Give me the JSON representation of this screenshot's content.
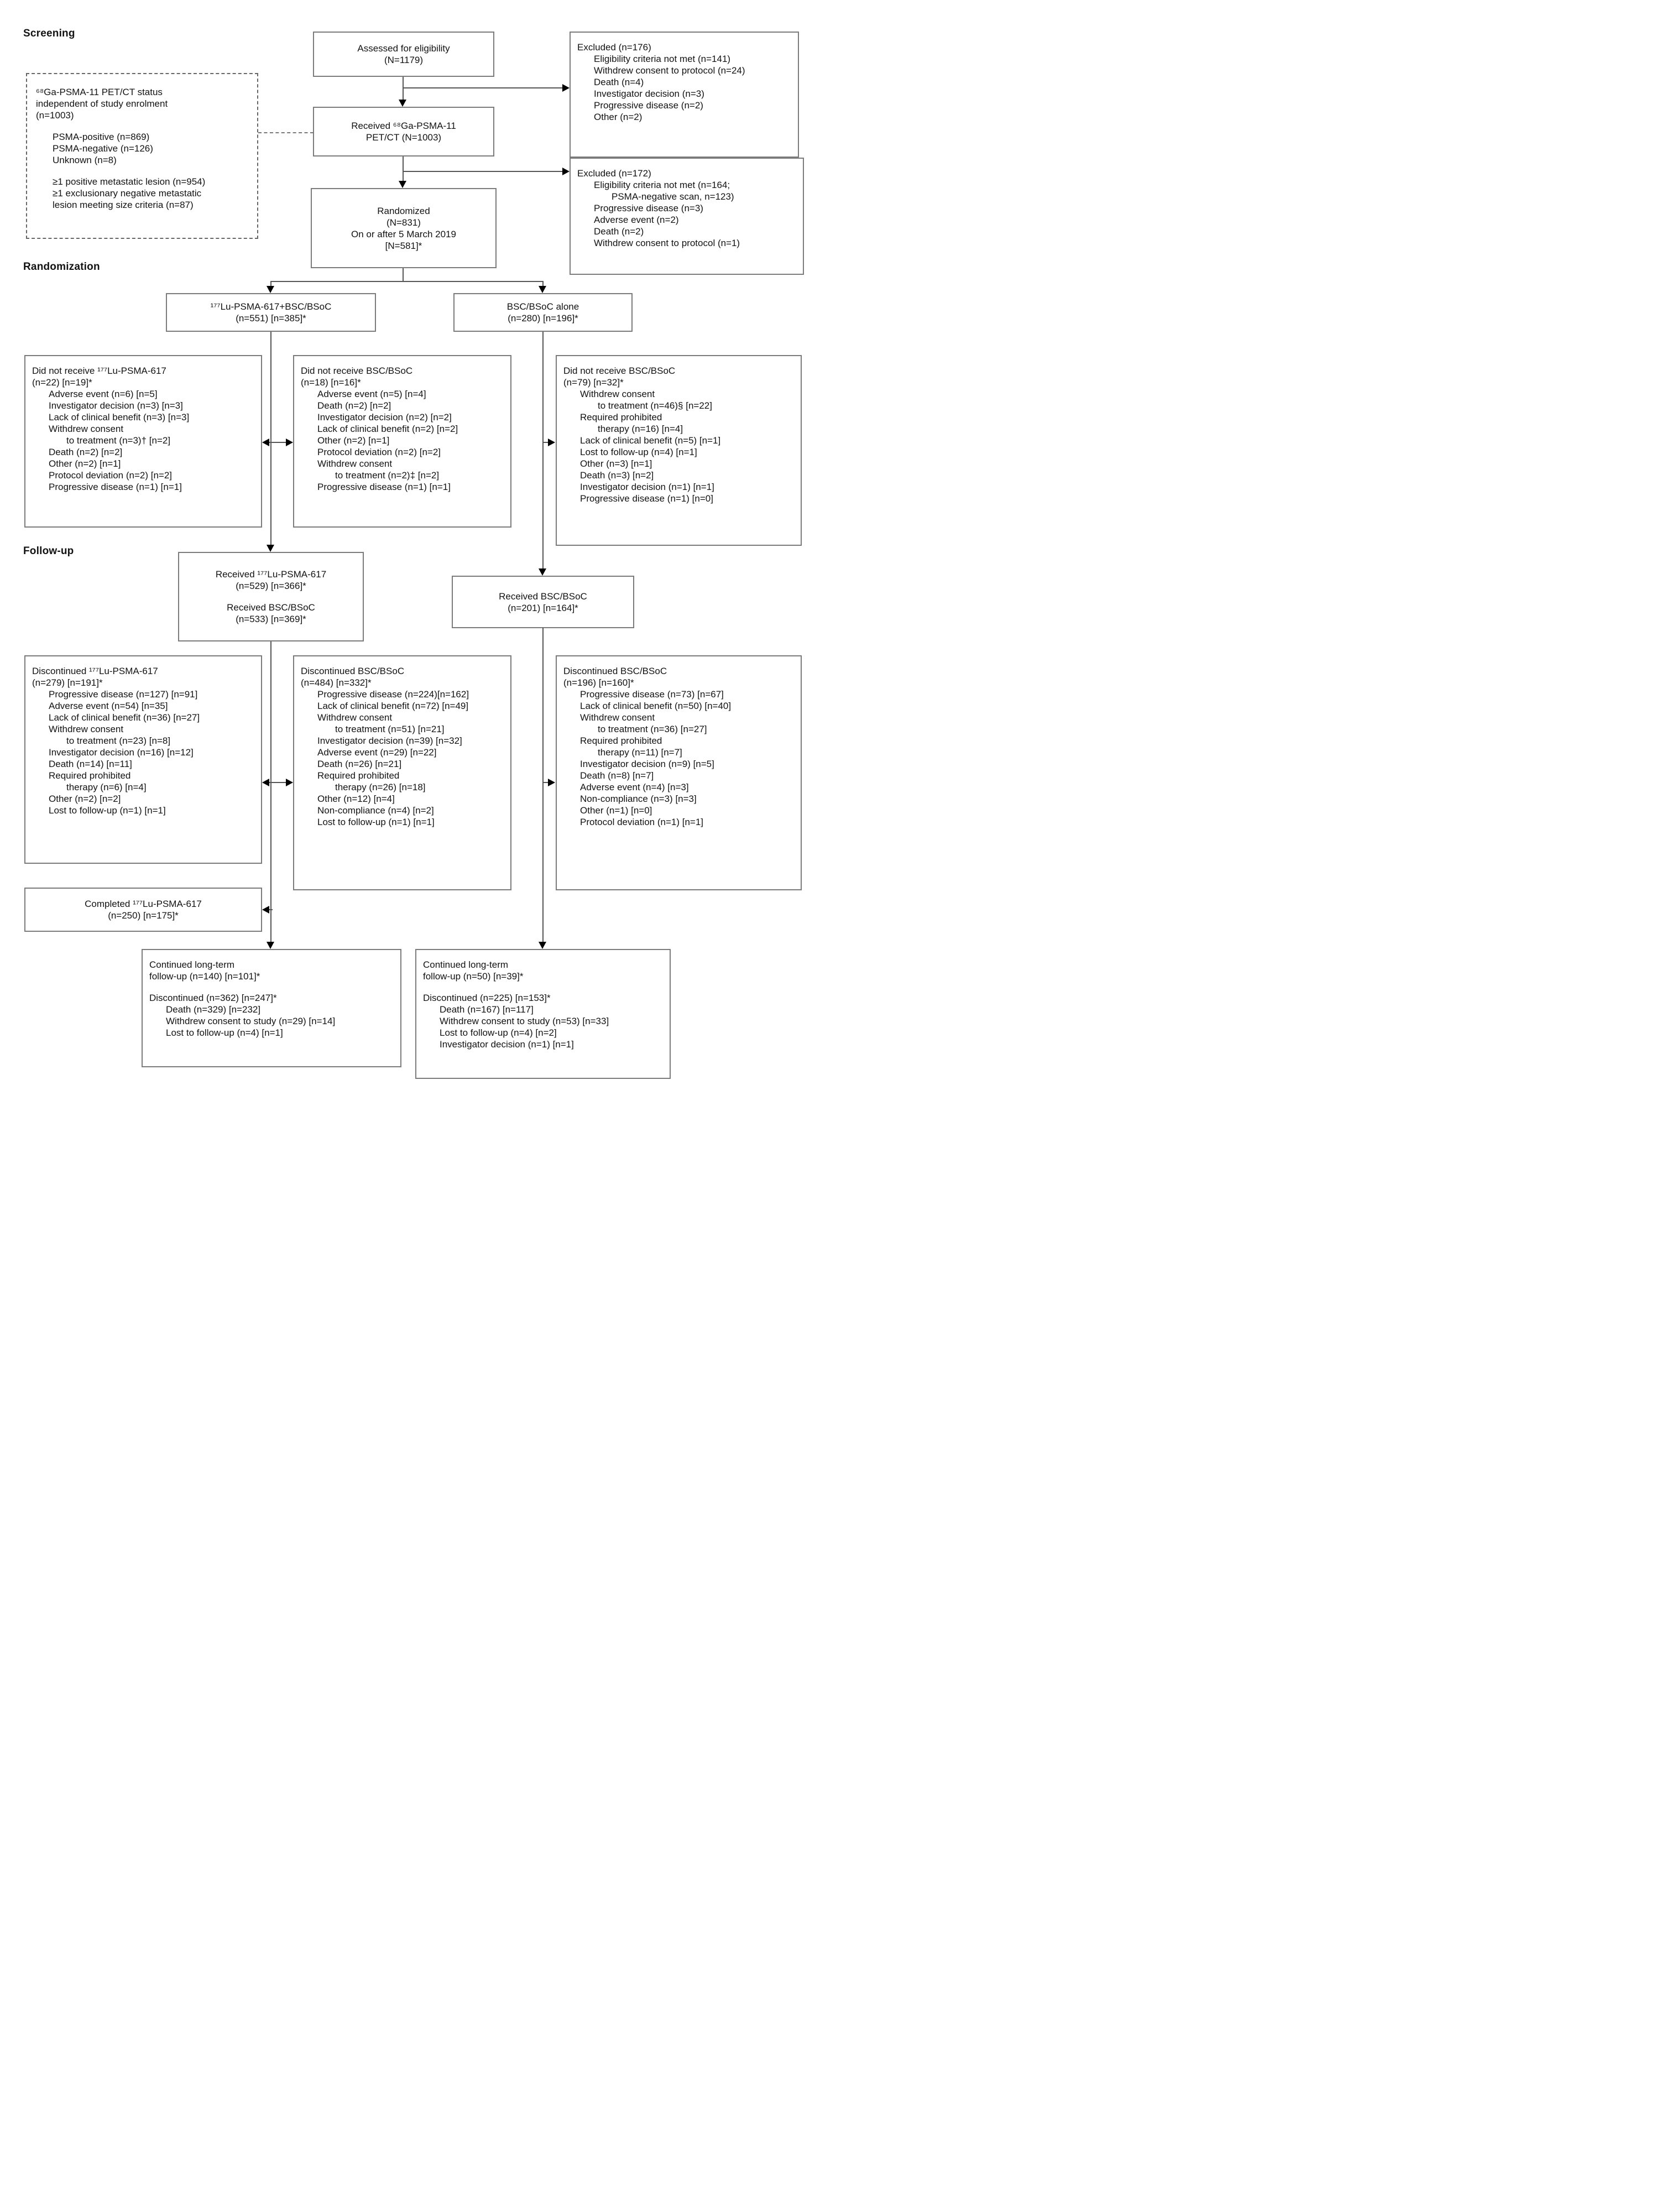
{
  "headings": {
    "screening": "Screening",
    "randomization": "Randomization",
    "followup": "Follow-up"
  },
  "boxes": {
    "screening_note": {
      "lines": [
        {
          "t": "⁶⁸Ga-PSMA-11 PET/CT status",
          "l": 0
        },
        {
          "t": "independent of study enrolment",
          "l": 0
        },
        {
          "t": "(n=1003)",
          "l": 0
        },
        {
          "sp": true
        },
        {
          "t": "PSMA-positive (n=869)",
          "l": 1
        },
        {
          "t": "PSMA-negative (n=126)",
          "l": 1
        },
        {
          "t": "Unknown (n=8)",
          "l": 1
        },
        {
          "sp": true
        },
        {
          "t": "≥1 positive metastatic lesion (n=954)",
          "l": 1
        },
        {
          "t": "≥1 exclusionary negative metastatic",
          "l": 1
        },
        {
          "t": "lesion meeting size criteria (n=87)",
          "l": 1
        }
      ]
    },
    "assessed": {
      "lines": [
        {
          "t": "Assessed for eligibility",
          "l": 0
        },
        {
          "t": "(N=1179)",
          "l": 0
        }
      ]
    },
    "excluded_176": {
      "lines": [
        {
          "t": "Excluded (n=176)",
          "l": 0
        },
        {
          "t": "Eligibility criteria not met (n=141)",
          "l": 1
        },
        {
          "t": "Withdrew consent to protocol (n=24)",
          "l": 1
        },
        {
          "t": "Death (n=4)",
          "l": 1
        },
        {
          "t": "Investigator decision (n=3)",
          "l": 1
        },
        {
          "t": "Progressive disease (n=2)",
          "l": 1
        },
        {
          "t": "Other (n=2)",
          "l": 1
        }
      ]
    },
    "received_petct": {
      "lines": [
        {
          "t": "Received ⁶⁸Ga-PSMA-11",
          "l": 0
        },
        {
          "t": "PET/CT (N=1003)",
          "l": 0
        }
      ]
    },
    "excluded_172": {
      "lines": [
        {
          "t": "Excluded (n=172)",
          "l": 0
        },
        {
          "t": "Eligibility criteria not met (n=164;",
          "l": 1
        },
        {
          "t": "PSMA-negative scan, n=123)",
          "l": 2
        },
        {
          "t": "Progressive disease (n=3)",
          "l": 1
        },
        {
          "t": "Adverse event (n=2)",
          "l": 1
        },
        {
          "t": "Death (n=2)",
          "l": 1
        },
        {
          "t": "Withdrew consent to protocol (n=1)",
          "l": 1
        }
      ]
    },
    "randomized": {
      "lines": [
        {
          "t": "Randomized",
          "l": 0
        },
        {
          "t": "(N=831)",
          "l": 0
        },
        {
          "t": "On or after 5 March 2019",
          "l": 0
        },
        {
          "t": "[N=581]*",
          "l": 0
        }
      ]
    },
    "arm_lu": {
      "lines": [
        {
          "t": "¹⁷⁷Lu-PSMA-617+BSC/BSoC",
          "l": 0
        },
        {
          "t": "(n=551) [n=385]*",
          "l": 0
        }
      ]
    },
    "arm_bsc": {
      "lines": [
        {
          "t": "BSC/BSoC alone",
          "l": 0
        },
        {
          "t": "(n=280) [n=196]*",
          "l": 0
        }
      ]
    },
    "dnr_lu": {
      "lines": [
        {
          "t": "Did not receive ¹⁷⁷Lu-PSMA-617",
          "l": 0
        },
        {
          "t": "(n=22) [n=19]*",
          "l": 0
        },
        {
          "t": "Adverse event (n=6) [n=5]",
          "l": 1
        },
        {
          "t": "Investigator decision (n=3) [n=3]",
          "l": 1
        },
        {
          "t": "Lack of clinical benefit (n=3) [n=3]",
          "l": 1
        },
        {
          "t": "Withdrew consent",
          "l": 1
        },
        {
          "t": "to treatment (n=3)† [n=2]",
          "l": 2
        },
        {
          "t": "Death (n=2) [n=2]",
          "l": 1
        },
        {
          "t": "Other (n=2) [n=1]",
          "l": 1
        },
        {
          "t": "Protocol deviation (n=2) [n=2]",
          "l": 1
        },
        {
          "t": "Progressive disease (n=1) [n=1]",
          "l": 1
        }
      ]
    },
    "dnr_bsc_mid": {
      "lines": [
        {
          "t": "Did not receive BSC/BSoC",
          "l": 0
        },
        {
          "t": "(n=18) [n=16]*",
          "l": 0
        },
        {
          "t": "Adverse event (n=5) [n=4]",
          "l": 1
        },
        {
          "t": "Death (n=2) [n=2]",
          "l": 1
        },
        {
          "t": "Investigator decision (n=2) [n=2]",
          "l": 1
        },
        {
          "t": "Lack of clinical benefit (n=2) [n=2]",
          "l": 1
        },
        {
          "t": "Other (n=2) [n=1]",
          "l": 1
        },
        {
          "t": "Protocol deviation (n=2) [n=2]",
          "l": 1
        },
        {
          "t": "Withdrew consent",
          "l": 1
        },
        {
          "t": "to treatment (n=2)‡ [n=2]",
          "l": 2
        },
        {
          "t": "Progressive disease (n=1) [n=1]",
          "l": 1
        }
      ]
    },
    "dnr_bsc_right": {
      "lines": [
        {
          "t": "Did not receive BSC/BSoC",
          "l": 0
        },
        {
          "t": "(n=79) [n=32]*",
          "l": 0
        },
        {
          "t": "Withdrew consent",
          "l": 1
        },
        {
          "t": "to treatment (n=46)§ [n=22]",
          "l": 2
        },
        {
          "t": "Required prohibited",
          "l": 1
        },
        {
          "t": "therapy (n=16) [n=4]",
          "l": 2
        },
        {
          "t": "Lack of clinical benefit (n=5) [n=1]",
          "l": 1
        },
        {
          "t": "Lost to follow-up (n=4) [n=1]",
          "l": 1
        },
        {
          "t": "Other (n=3) [n=1]",
          "l": 1
        },
        {
          "t": "Death (n=3) [n=2]",
          "l": 1
        },
        {
          "t": "Investigator decision (n=1) [n=1]",
          "l": 1
        },
        {
          "t": "Progressive disease (n=1) [n=0]",
          "l": 1
        }
      ]
    },
    "received_lu": {
      "lines": [
        {
          "t": "Received ¹⁷⁷Lu-PSMA-617",
          "l": 0
        },
        {
          "t": "(n=529) [n=366]*",
          "l": 0
        },
        {
          "sp": true
        },
        {
          "t": "Received BSC/BSoC",
          "l": 0
        },
        {
          "t": "(n=533) [n=369]*",
          "l": 0
        }
      ]
    },
    "received_bsc": {
      "lines": [
        {
          "t": "Received BSC/BSoC",
          "l": 0
        },
        {
          "t": "(n=201) [n=164]*",
          "l": 0
        }
      ]
    },
    "disc_lu": {
      "lines": [
        {
          "t": "Discontinued ¹⁷⁷Lu-PSMA-617",
          "l": 0
        },
        {
          "t": "(n=279) [n=191]*",
          "l": 0
        },
        {
          "t": "Progressive disease (n=127) [n=91]",
          "l": 1
        },
        {
          "t": "Adverse event (n=54) [n=35]",
          "l": 1
        },
        {
          "t": "Lack of clinical benefit (n=36) [n=27]",
          "l": 1
        },
        {
          "t": "Withdrew consent",
          "l": 1
        },
        {
          "t": "to treatment (n=23) [n=8]",
          "l": 2
        },
        {
          "t": "Investigator decision (n=16) [n=12]",
          "l": 1
        },
        {
          "t": "Death (n=14) [n=11]",
          "l": 1
        },
        {
          "t": "Required prohibited",
          "l": 1
        },
        {
          "t": "therapy (n=6) [n=4]",
          "l": 2
        },
        {
          "t": "Other (n=2) [n=2]",
          "l": 1
        },
        {
          "t": "Lost to follow-up (n=1) [n=1]",
          "l": 1
        }
      ]
    },
    "disc_bsc_mid": {
      "lines": [
        {
          "t": "Discontinued BSC/BSoC",
          "l": 0
        },
        {
          "t": "(n=484) [n=332]*",
          "l": 0
        },
        {
          "t": "Progressive disease (n=224)[n=162]",
          "l": 1
        },
        {
          "t": "Lack of clinical benefit (n=72) [n=49]",
          "l": 1
        },
        {
          "t": "Withdrew consent",
          "l": 1
        },
        {
          "t": "to treatment (n=51) [n=21]",
          "l": 2
        },
        {
          "t": "Investigator decision (n=39) [n=32]",
          "l": 1
        },
        {
          "t": "Adverse event (n=29) [n=22]",
          "l": 1
        },
        {
          "t": "Death (n=26) [n=21]",
          "l": 1
        },
        {
          "t": "Required prohibited",
          "l": 1
        },
        {
          "t": "therapy (n=26) [n=18]",
          "l": 2
        },
        {
          "t": "Other (n=12) [n=4]",
          "l": 1
        },
        {
          "t": "Non-compliance (n=4) [n=2]",
          "l": 1
        },
        {
          "t": "Lost to follow-up (n=1) [n=1]",
          "l": 1
        }
      ]
    },
    "disc_bsc_right": {
      "lines": [
        {
          "t": "Discontinued BSC/BSoC",
          "l": 0
        },
        {
          "t": "(n=196) [n=160]*",
          "l": 0
        },
        {
          "t": "Progressive disease (n=73) [n=67]",
          "l": 1
        },
        {
          "t": "Lack of clinical benefit (n=50) [n=40]",
          "l": 1
        },
        {
          "t": "Withdrew consent",
          "l": 1
        },
        {
          "t": "to treatment (n=36) [n=27]",
          "l": 2
        },
        {
          "t": "Required prohibited",
          "l": 1
        },
        {
          "t": "therapy (n=11) [n=7]",
          "l": 2
        },
        {
          "t": "Investigator decision (n=9) [n=5]",
          "l": 1
        },
        {
          "t": "Death (n=8) [n=7]",
          "l": 1
        },
        {
          "t": "Adverse event (n=4) [n=3]",
          "l": 1
        },
        {
          "t": "Non-compliance (n=3) [n=3]",
          "l": 1
        },
        {
          "t": "Other (n=1) [n=0]",
          "l": 1
        },
        {
          "t": "Protocol deviation (n=1) [n=1]",
          "l": 1
        }
      ]
    },
    "completed": {
      "lines": [
        {
          "t": "Completed ¹⁷⁷Lu-PSMA-617",
          "l": 0
        },
        {
          "t": "(n=250) [n=175]*",
          "l": 0
        }
      ]
    },
    "longterm_lu": {
      "lines": [
        {
          "t": "Continued long-term",
          "l": 0
        },
        {
          "t": "follow-up (n=140) [n=101]*",
          "l": 0
        },
        {
          "sp": true
        },
        {
          "t": "Discontinued (n=362) [n=247]*",
          "l": 0
        },
        {
          "t": "Death (n=329) [n=232]",
          "l": 1
        },
        {
          "t": "Withdrew consent to study (n=29) [n=14]",
          "l": 1
        },
        {
          "t": "Lost to follow-up (n=4) [n=1]",
          "l": 1
        }
      ]
    },
    "longterm_bsc": {
      "lines": [
        {
          "t": "Continued long-term",
          "l": 0
        },
        {
          "t": "follow-up (n=50) [n=39]*",
          "l": 0
        },
        {
          "sp": true
        },
        {
          "t": "Discontinued (n=225) [n=153]*",
          "l": 0
        },
        {
          "t": "Death (n=167) [n=117]",
          "l": 1
        },
        {
          "t": "Withdrew consent to study (n=53) [n=33]",
          "l": 1
        },
        {
          "t": "Lost to follow-up (n=4) [n=2]",
          "l": 1
        },
        {
          "t": "Investigator decision (n=1) [n=1]",
          "l": 1
        }
      ]
    }
  }
}
